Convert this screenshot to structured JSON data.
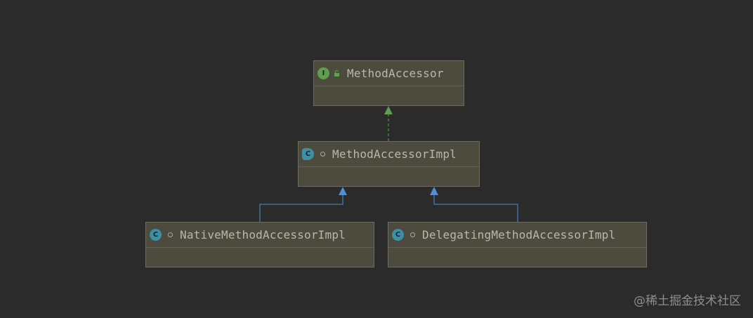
{
  "diagram": {
    "nodes": {
      "method_accessor": {
        "name": "MethodAccessor",
        "kind": "interface",
        "kind_letter": "I",
        "modifier": "public",
        "icon": "interface-icon"
      },
      "method_accessor_impl": {
        "name": "MethodAccessorImpl",
        "kind": "abstract-class",
        "kind_letter": "C",
        "modifier": "package-private",
        "icon": "abstract-class-icon"
      },
      "native_method_accessor_impl": {
        "name": "NativeMethodAccessorImpl",
        "kind": "class",
        "kind_letter": "C",
        "modifier": "package-private",
        "icon": "class-icon"
      },
      "delegating_method_accessor_impl": {
        "name": "DelegatingMethodAccessorImpl",
        "kind": "class",
        "kind_letter": "C",
        "modifier": "package-private",
        "icon": "class-icon"
      }
    },
    "edges": [
      {
        "from": "method_accessor_impl",
        "to": "method_accessor",
        "type": "implements",
        "style": "dashed",
        "color": "#5e9e4f"
      },
      {
        "from": "native_method_accessor_impl",
        "to": "method_accessor_impl",
        "type": "extends",
        "style": "solid",
        "color": "#4e8fd6"
      },
      {
        "from": "delegating_method_accessor_impl",
        "to": "method_accessor_impl",
        "type": "extends",
        "style": "solid",
        "color": "#4e8fd6"
      }
    ]
  },
  "colors": {
    "background": "#2b2b2b",
    "node_fill": "#4d4a3e",
    "node_border": "#6e6c60",
    "text": "#b8b8b0",
    "interface_badge": "#5e9e4f",
    "class_badge": "#3d8fa6",
    "implements_edge": "#5e9e4f",
    "extends_edge": "#4e8fd6"
  },
  "watermark": "@稀土掘金技术社区"
}
